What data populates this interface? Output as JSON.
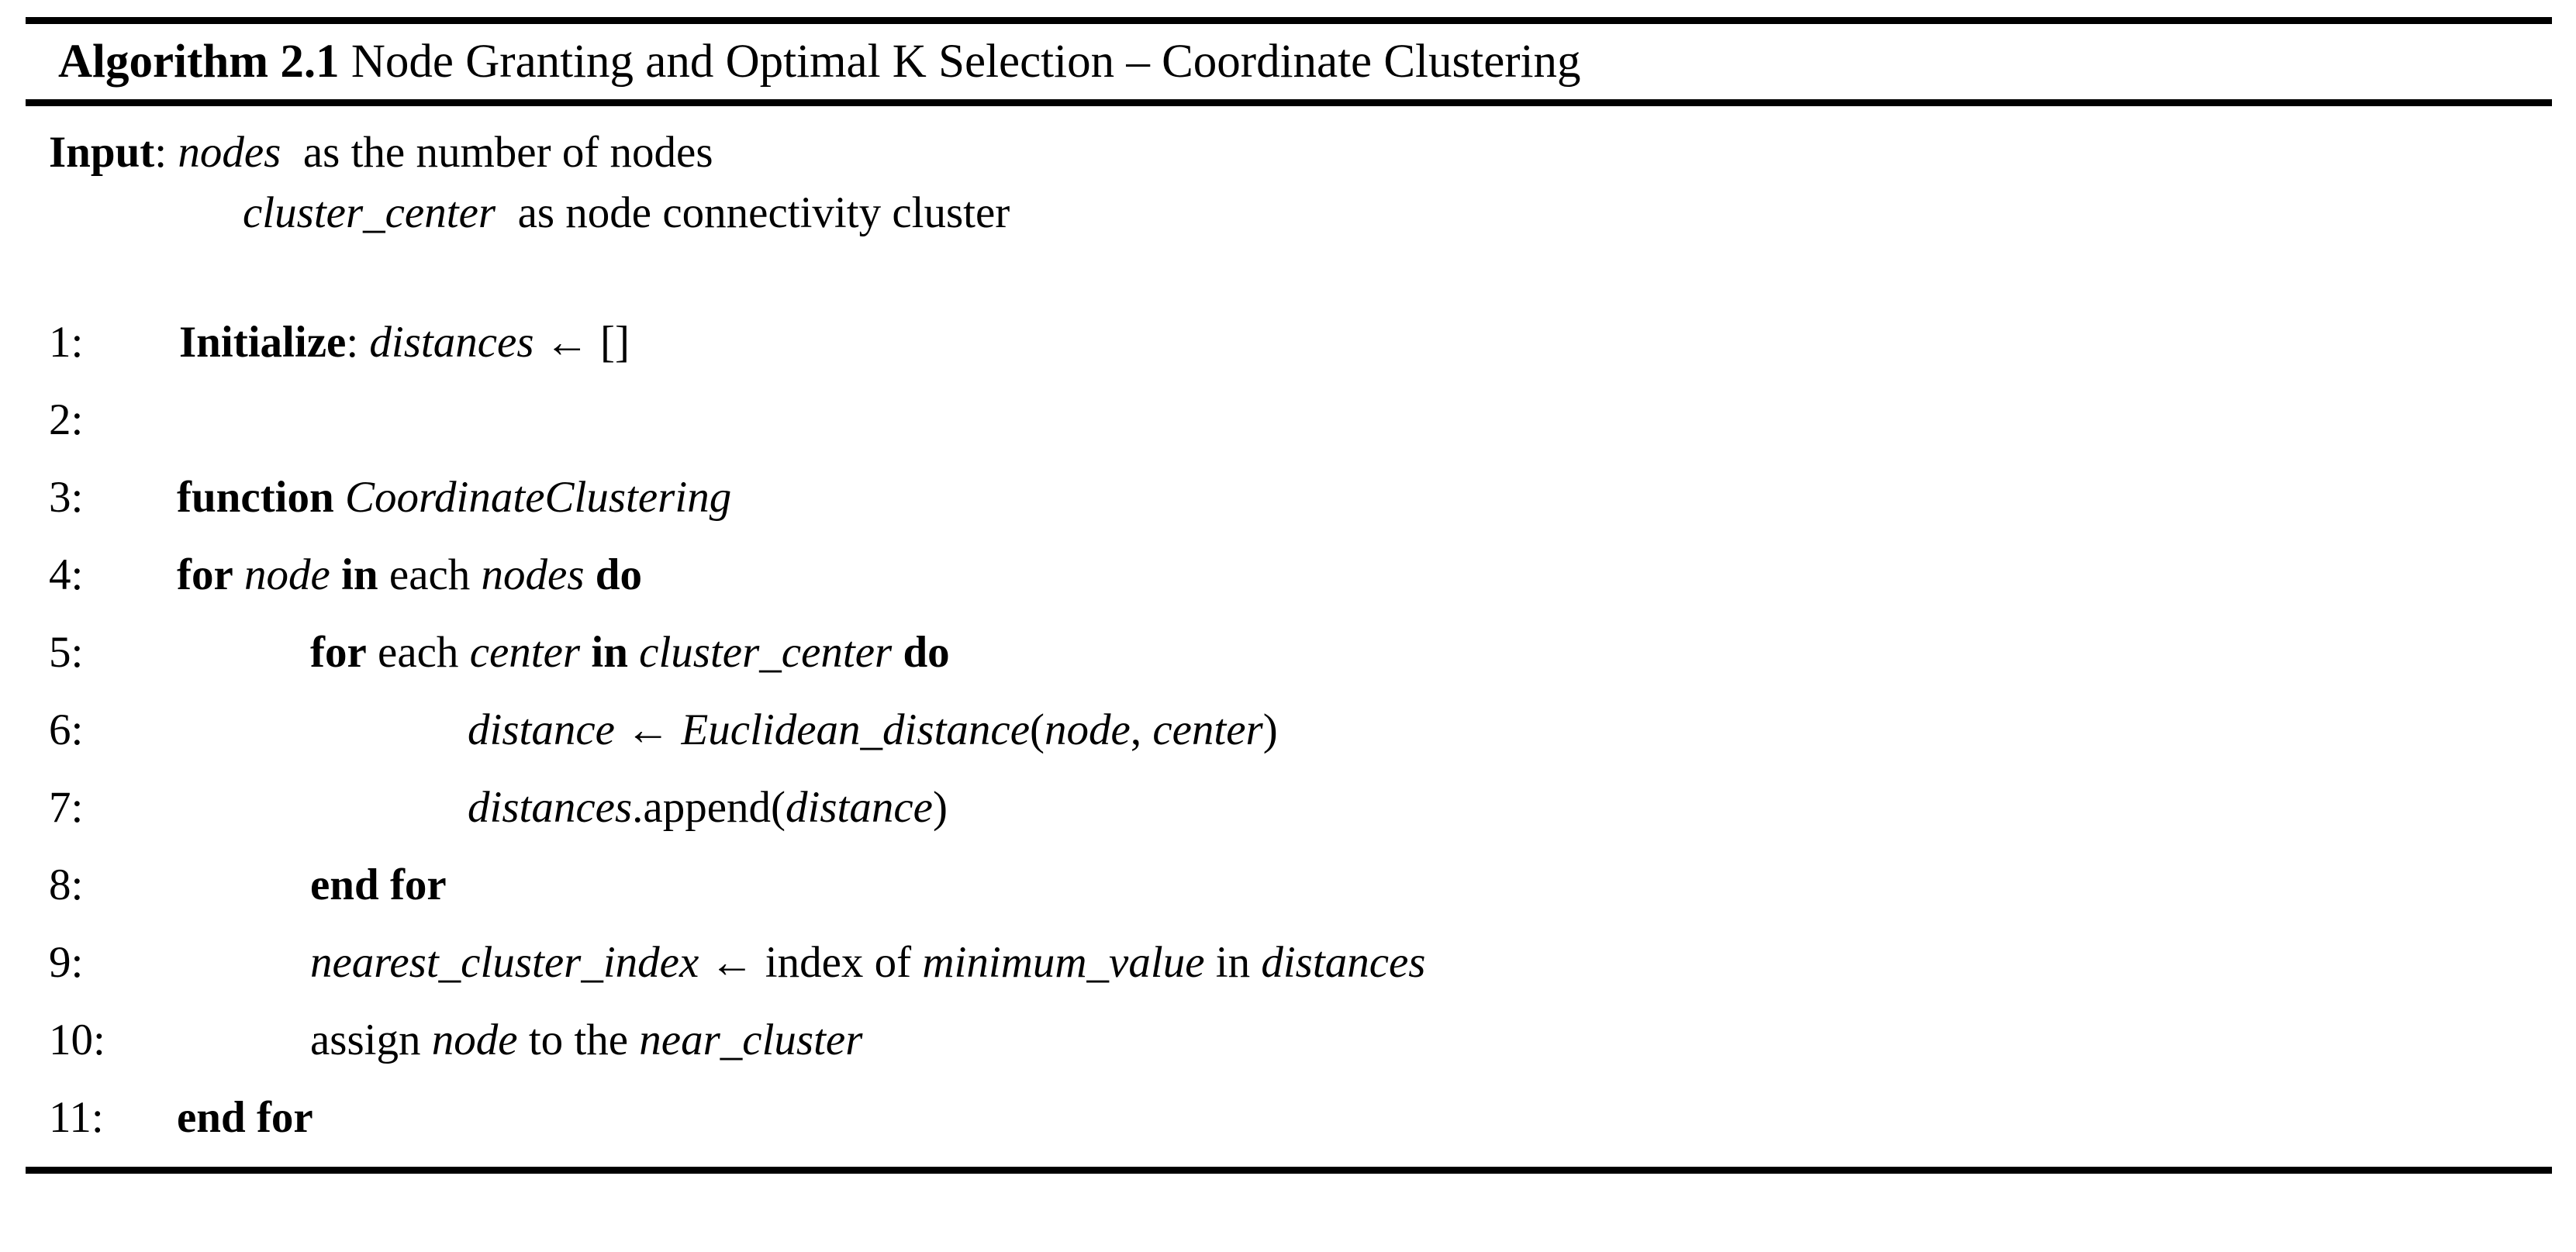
{
  "algorithm": {
    "title": {
      "label": "Algorithm 2.1",
      "name": "Node Granting and Optimal K Selection – Coordinate Clustering"
    },
    "input": {
      "keyword": "Input",
      "separator": ":",
      "lines": [
        {
          "variable": "nodes",
          "description": "as the number of nodes"
        },
        {
          "variable": "cluster_center",
          "description": "as node connectivity cluster"
        }
      ]
    },
    "steps": [
      {
        "number": "1:",
        "indent": "init",
        "tokens": [
          {
            "text": "Initialize",
            "style": "bold"
          },
          {
            "text": ": ",
            "style": "normal"
          },
          {
            "text": "distances",
            "style": "italic"
          },
          {
            "text": " ← ",
            "style": "normal"
          },
          {
            "text": "[]",
            "style": "normal"
          }
        ]
      },
      {
        "number": "2:",
        "indent": "0",
        "tokens": []
      },
      {
        "number": "3:",
        "indent": "0",
        "tokens": [
          {
            "text": "function",
            "style": "bold"
          },
          {
            "text": " ",
            "style": "normal"
          },
          {
            "text": "CoordinateClustering",
            "style": "italic"
          }
        ]
      },
      {
        "number": "4:",
        "indent": "0",
        "tokens": [
          {
            "text": "for",
            "style": "bold"
          },
          {
            "text": " ",
            "style": "normal"
          },
          {
            "text": "node",
            "style": "italic"
          },
          {
            "text": " ",
            "style": "normal"
          },
          {
            "text": "in",
            "style": "bold"
          },
          {
            "text": " each ",
            "style": "normal"
          },
          {
            "text": "nodes",
            "style": "italic"
          },
          {
            "text": " ",
            "style": "normal"
          },
          {
            "text": "do",
            "style": "bold"
          }
        ]
      },
      {
        "number": "5:",
        "indent": "1",
        "tokens": [
          {
            "text": "for",
            "style": "bold"
          },
          {
            "text": " each ",
            "style": "normal"
          },
          {
            "text": "center",
            "style": "italic"
          },
          {
            "text": " ",
            "style": "normal"
          },
          {
            "text": "in",
            "style": "bold"
          },
          {
            "text": " ",
            "style": "normal"
          },
          {
            "text": "cluster_center",
            "style": "italic"
          },
          {
            "text": " ",
            "style": "normal"
          },
          {
            "text": "do",
            "style": "bold"
          }
        ]
      },
      {
        "number": "6:",
        "indent": "2",
        "tokens": [
          {
            "text": "distance",
            "style": "italic"
          },
          {
            "text": " ← ",
            "style": "normal"
          },
          {
            "text": "Euclidean_distance",
            "style": "italic"
          },
          {
            "text": "(",
            "style": "normal"
          },
          {
            "text": "node",
            "style": "italic"
          },
          {
            "text": ", ",
            "style": "normal"
          },
          {
            "text": "center",
            "style": "italic"
          },
          {
            "text": ")",
            "style": "normal"
          }
        ]
      },
      {
        "number": "7:",
        "indent": "2",
        "tokens": [
          {
            "text": "distances",
            "style": "italic"
          },
          {
            "text": ".append(",
            "style": "normal"
          },
          {
            "text": "distance",
            "style": "italic"
          },
          {
            "text": ")",
            "style": "normal"
          }
        ]
      },
      {
        "number": "8:",
        "indent": "1",
        "tokens": [
          {
            "text": "end for",
            "style": "bold"
          }
        ]
      },
      {
        "number": "9:",
        "indent": "1",
        "tokens": [
          {
            "text": "nearest_cluster_index",
            "style": "italic"
          },
          {
            "text": " ← ",
            "style": "normal"
          },
          {
            "text": "index of ",
            "style": "normal"
          },
          {
            "text": "minimum_value",
            "style": "italic"
          },
          {
            "text": " in ",
            "style": "normal"
          },
          {
            "text": "distances",
            "style": "italic"
          }
        ]
      },
      {
        "number": "10:",
        "indent": "1",
        "tokens": [
          {
            "text": "assign ",
            "style": "normal"
          },
          {
            "text": "node",
            "style": "italic"
          },
          {
            "text": " to the ",
            "style": "normal"
          },
          {
            "text": "near_cluster",
            "style": "italic"
          }
        ]
      },
      {
        "number": "11:",
        "indent": "0",
        "tokens": [
          {
            "text": "end for",
            "style": "bold"
          }
        ]
      }
    ]
  },
  "colors": {
    "rule": "#000000",
    "text": "#000000",
    "background": "#ffffff"
  }
}
